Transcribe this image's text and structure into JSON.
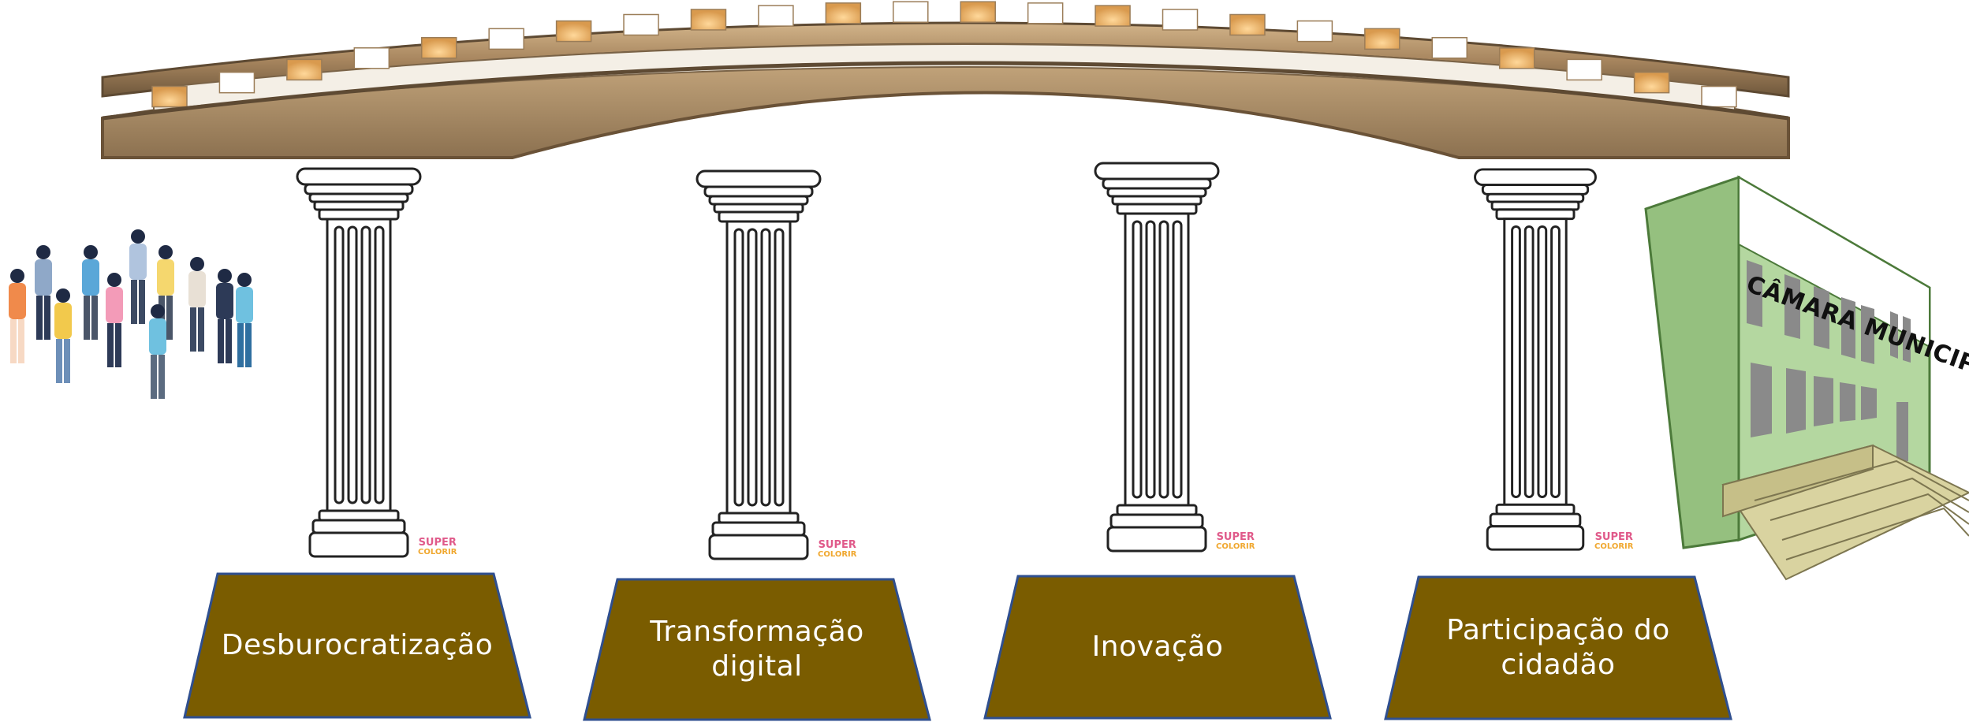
{
  "diagram": {
    "bridge": {
      "icon": "bridge-illustration"
    },
    "left_image": {
      "icon": "crowd-of-citizens-illustration"
    },
    "right_image": {
      "icon": "city-hall-building-illustration",
      "sign": "CÂMARA MUNICIPAL"
    },
    "pillars": [
      {
        "label": "Desburocratização",
        "watermark": {
          "line1": "SUPER",
          "line2": "COLORIR"
        }
      },
      {
        "label": "Transformação digital",
        "watermark": {
          "line1": "SUPER",
          "line2": "COLORIR"
        }
      },
      {
        "label": "Inovação",
        "watermark": {
          "line1": "SUPER",
          "line2": "COLORIR"
        }
      },
      {
        "label": "Participação do cidadão",
        "watermark": {
          "line1": "SUPER",
          "line2": "COLORIR"
        }
      }
    ],
    "colors": {
      "base_fill": "#7a5c00",
      "base_border": "#2f4f8f",
      "bridge_stone": "#b8936a",
      "bridge_shadow": "#7a6347",
      "window_glow": "#f0b870",
      "building_green": "#a9cf93",
      "steps": "#d9d3a0"
    }
  }
}
